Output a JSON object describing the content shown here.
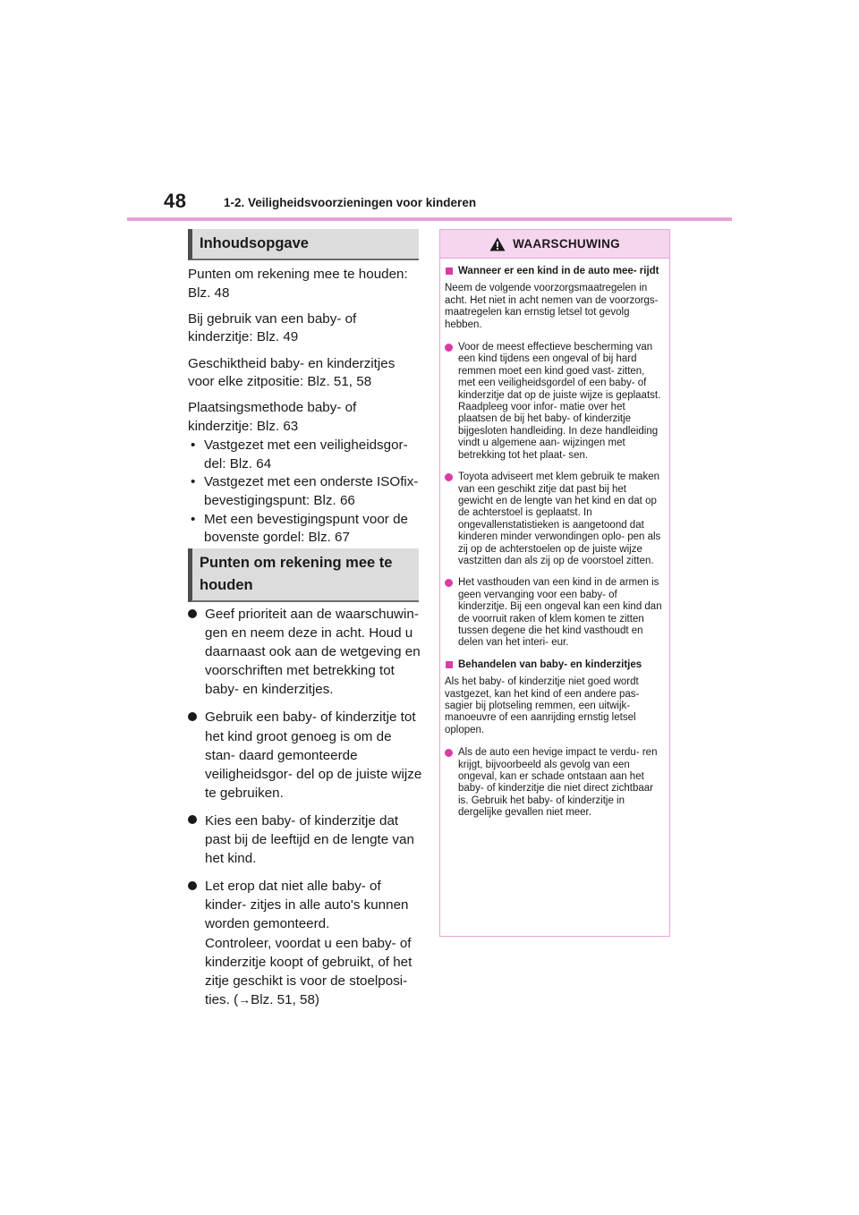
{
  "header": {
    "page_number": "48",
    "section_title": "1-2. Veiligheidsvoorzieningen voor kinderen"
  },
  "toc": {
    "heading": "Inhoudsopgave",
    "entries": [
      "Punten om rekening mee te houden: Blz. 48",
      "Bij gebruik van een baby- of kinderzitje: Blz. 49",
      "Geschiktheid baby- en kinderzitjes voor elke zitpositie: Blz. 51, 58",
      "Plaatsingsmethode baby- of kinderzitje: Blz. 63"
    ],
    "subentries": [
      "Vastgezet met een veiligheidsgor- del: Blz. 64",
      "Vastgezet met een onderste ISOfix-bevestigingspunt: Blz. 66",
      "Met een bevestigingspunt voor de bovenste gordel: Blz. 67"
    ]
  },
  "points": {
    "heading": "Punten om rekening mee te houden",
    "bullets": [
      "Geef prioriteit aan de waarschuwin- gen en neem deze in acht. Houd u daarnaast ook aan de wetgeving en voorschriften met betrekking tot baby- en kinderzitjes.",
      "Gebruik een baby- of kinderzitje tot het kind groot genoeg is om de stan- daard gemonteerde veiligheidsgor- del op de juiste wijze te gebruiken.",
      "Kies een baby- of kinderzitje dat past bij de leeftijd en de lengte van het kind.",
      "Let erop dat niet alle baby- of kinder- zitjes in alle auto's kunnen worden gemonteerd."
    ],
    "last_extra": "Controleer, voordat u een baby- of kinderzitje koopt of gebruikt, of het zitje geschikt is voor de stoelposi- ties. (",
    "last_arrow": "→",
    "last_ref": "Blz. 51, 58)"
  },
  "warning": {
    "title": "WAARSCHUWING",
    "sub1": "Wanneer er een kind in de auto mee- rijdt",
    "para1": "Neem de volgende voorzorgsmaatregelen in acht. Het niet in acht nemen van de voorzorgs- maatregelen kan ernstig letsel tot gevolg hebben.",
    "bullets1": [
      "Voor de meest effectieve bescherming van een kind tijdens een ongeval of bij hard remmen moet een kind goed vast- zitten, met een veiligheidsgordel of een baby- of kinderzitje dat op de juiste wijze is geplaatst. Raadpleeg voor infor- matie over het plaatsen de bij het baby- of kinderzitje bijgesloten handleiding. In deze handleiding vindt u algemene aan- wijzingen met betrekking tot het plaat- sen.",
      "Toyota adviseert met klem gebruik te maken van een geschikt zitje dat past bij het gewicht en de lengte van het kind en dat op de achterstoel is geplaatst. In ongevallenstatistieken is aangetoond dat kinderen minder verwondingen oplo- pen als zij op de achterstoelen op de juiste wijze vastzitten dan als zij op de voorstoel zitten.",
      "Het vasthouden van een kind in de armen is geen vervanging voor een baby- of kinderzitje. Bij een ongeval kan een kind dan de voorruit raken of klem komen te zitten tussen degene die het kind vasthoudt en delen van het interi- eur."
    ],
    "sub2": "Behandelen van baby- en kinderzitjes",
    "para2": "Als het baby- of kinderzitje niet goed wordt vastgezet, kan het kind of een andere pas- sagier bij plotseling remmen, een uitwijk- manoeuvre of een aanrijding ernstig letsel oplopen.",
    "bullets2": [
      "Als de auto een hevige impact te verdu- ren krijgt, bijvoorbeeld als gevolg van een ongeval, kan er schade ontstaan aan het baby- of kinderzitje die niet direct zichtbaar is. Gebruik het baby- of kinderzitje in dergelijke gevallen niet meer."
    ]
  },
  "colors": {
    "accent": "#dc3aa6",
    "rule": "#e8a0d6",
    "warning_bg": "#f6d6ee",
    "heading_bg": "#dcdcdc"
  }
}
